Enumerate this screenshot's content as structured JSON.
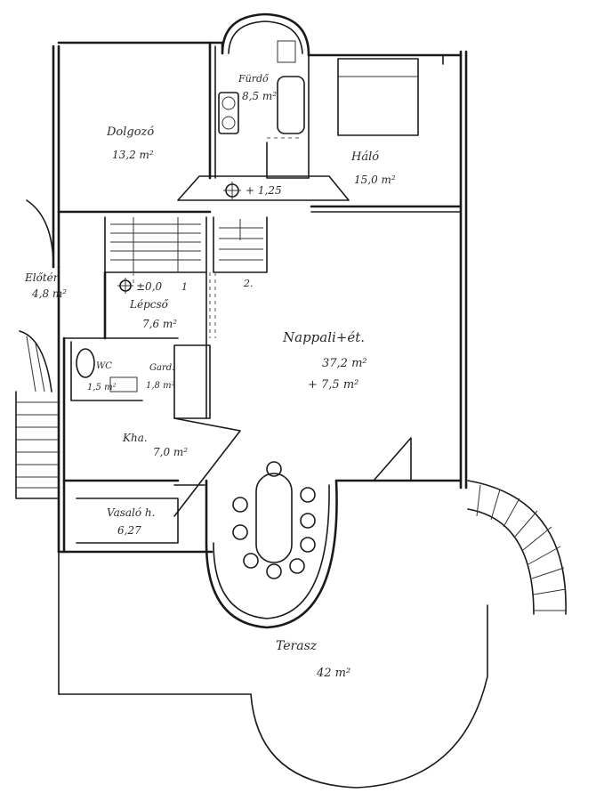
{
  "rooms": [
    {
      "name": "Dolgozó",
      "area": "13,2 m²"
    },
    {
      "name": "Fürdő",
      "area": "8,5 m²"
    },
    {
      "name": "Háló",
      "area": "15,0 m²"
    },
    {
      "name": "Előtér",
      "area": "4,8 m²"
    },
    {
      "name": "Lépcső",
      "area": "7,6 m²"
    },
    {
      "name": "WC",
      "area": "1,5 m²"
    },
    {
      "name": "Gard.",
      "area": "1,8 m²"
    },
    {
      "name": "Nappali+ét.",
      "area": "37,2 m²",
      "extra": "+ 7,5 m²"
    },
    {
      "name": "Kha.",
      "area": "7,0 m²"
    },
    {
      "name": "Vasaló h.",
      "area": "6,27"
    },
    {
      "name": "Terasz",
      "area": "42 m²"
    }
  ],
  "levels": {
    "upper": "+ 1,25",
    "entry": "±0,0",
    "stair_mark_1": "1",
    "stair_mark_2": "2."
  }
}
